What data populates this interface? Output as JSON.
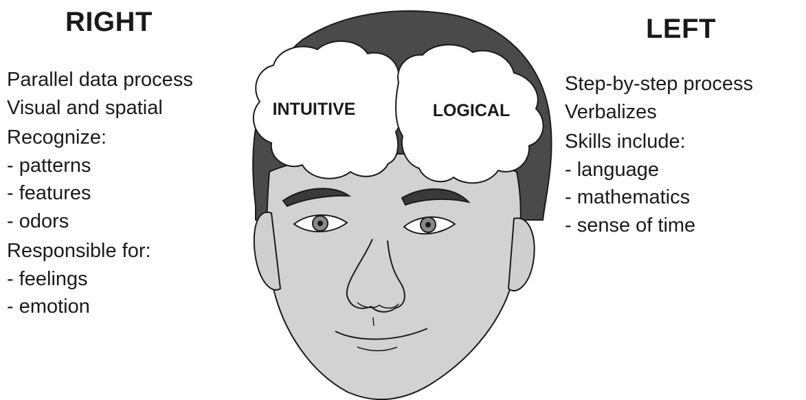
{
  "right_side": {
    "heading": "RIGHT",
    "items": [
      "Parallel data process",
      "Visual and spatial",
      "Recognize:",
      "- patterns",
      "- features",
      "- odors",
      "Responsible for:",
      "- feelings",
      "- emotion"
    ]
  },
  "left_side": {
    "heading": "LEFT",
    "items": [
      "Step-by-step process",
      "Verbalizes",
      "Skills include:",
      "- language",
      "- mathematics",
      "- sense of time"
    ]
  },
  "brain": {
    "right_lobe_label": "INTUITIVE",
    "left_lobe_label": "LOGICAL"
  },
  "colors": {
    "hair": "#4a4a4a",
    "skin": "#d2d2d2",
    "outline": "#1a1a1a",
    "cloud": "#ffffff"
  }
}
